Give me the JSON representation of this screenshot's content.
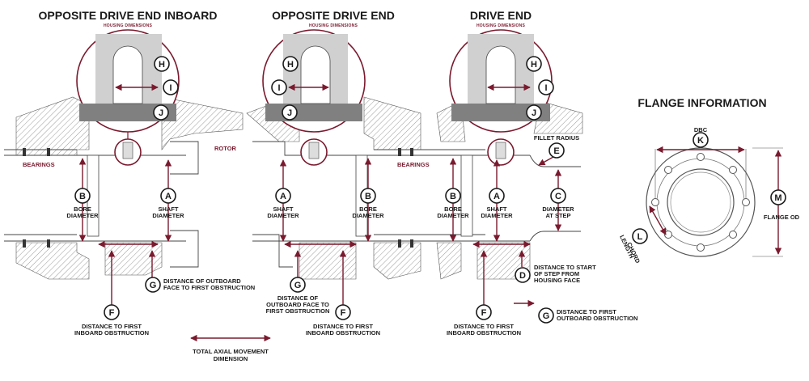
{
  "views": [
    {
      "title": "OPPOSITE DRIVE END INBOARD",
      "subtitle": "HOUSING DIMENSIONS"
    },
    {
      "title": "OPPOSITE DRIVE END",
      "subtitle": "HOUSING DIMENSIONS"
    },
    {
      "title": "DRIVE END",
      "subtitle": "HOUSING DIMENSIONS"
    }
  ],
  "flange": {
    "title": "FLANGE INFORMATION",
    "dbc": "DBC",
    "flange_od": "FLANGE OD",
    "chord_1": "CHORD",
    "chord_2": "LENGTH"
  },
  "letters": {
    "A": "A",
    "B": "B",
    "C": "C",
    "D": "D",
    "E": "E",
    "F": "F",
    "G": "G",
    "H": "H",
    "I": "I",
    "J": "J",
    "K": "K",
    "L": "L",
    "M": "M"
  },
  "labels": {
    "rotor": "ROTOR",
    "bearings": "BEARINGS",
    "bore_1": "BORE",
    "bore_2": "DIAMETER",
    "shaft_1": "SHAFT",
    "shaft_2": "DIAMETER",
    "step_1": "DIAMETER",
    "step_2": "AT STEP",
    "fillet": "FILLET RADIUS",
    "v1_g_1": "DISTANCE OF OUTBOARD",
    "v1_g_2": "FACE TO FIRST OBSTRUCTION",
    "f_1": "DISTANCE TO FIRST",
    "f_2": "INBOARD OBSTRUCTION",
    "v2_g_1": "DISTANCE OF",
    "v2_g_2": "OUTBOARD FACE TO",
    "v2_g_3": "FIRST OBSTRUCTION",
    "d_1": "DISTANCE TO START",
    "d_2": "OF STEP FROM",
    "d_3": "HOUSING FACE",
    "v3_g_1": "DISTANCE TO FIRST",
    "v3_g_2": "OUTBOARD OBSTRUCTION",
    "axial_1": "TOTAL AXIAL MOVEMENT",
    "axial_2": "DIMENSION"
  }
}
